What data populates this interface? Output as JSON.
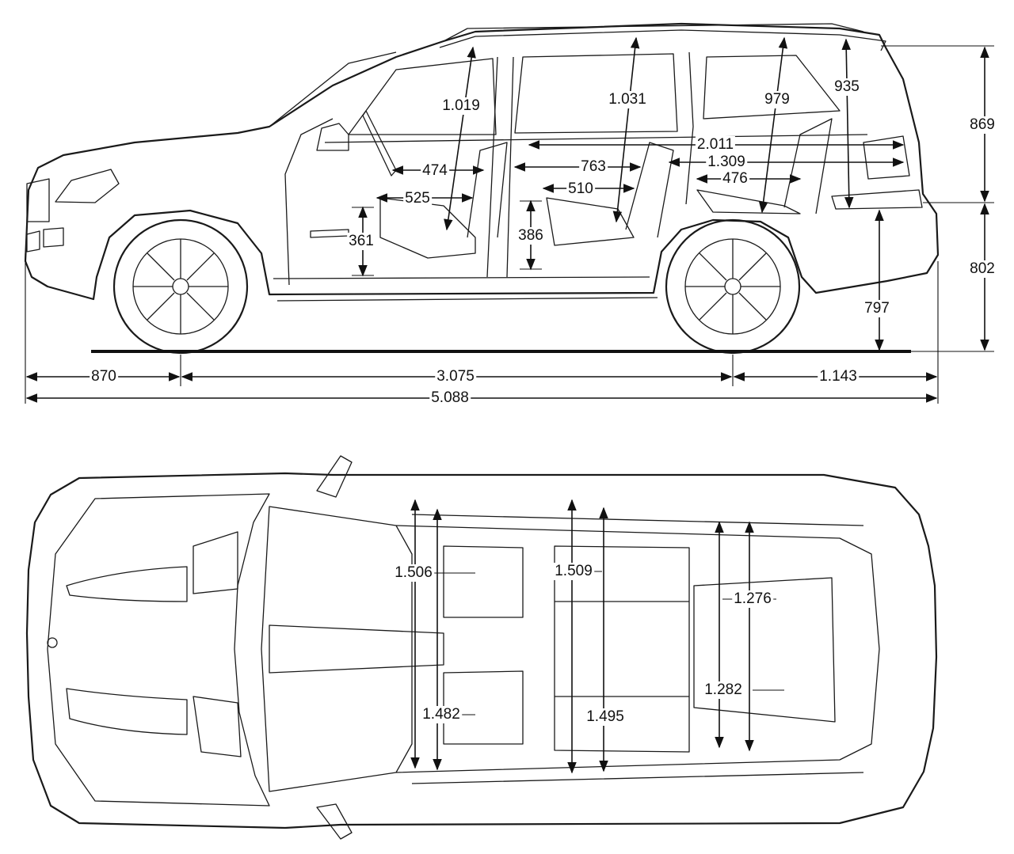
{
  "colors": {
    "ink": "#111111",
    "paper": "#ffffff"
  },
  "side_view": {
    "length_front_overhang": "870",
    "length_wheelbase": "3.075",
    "length_rear_overhang": "1.143",
    "length_total": "5.088",
    "height_upper": "869",
    "height_lower": "802",
    "height_rear_sill": "797",
    "headroom_front": "1.019",
    "headroom_middle": "1.031",
    "headroom_third": "979",
    "headroom_cargo": "935",
    "cargo_length_max": "2.011",
    "cargo_length_mid": "1.309",
    "cargo_length_min": "476",
    "legroom_front_upper": "474",
    "legroom_front_lower": "525",
    "legroom_mid_upper": "763",
    "legroom_mid_lower": "510",
    "seat_height_front": "361",
    "seat_height_mid": "386"
  },
  "top_view": {
    "shoulder_front": "1.506",
    "hip_front": "1.482",
    "shoulder_middle": "1.509",
    "hip_middle": "1.495",
    "shoulder_third": "1.276",
    "hip_third": "1.282"
  }
}
